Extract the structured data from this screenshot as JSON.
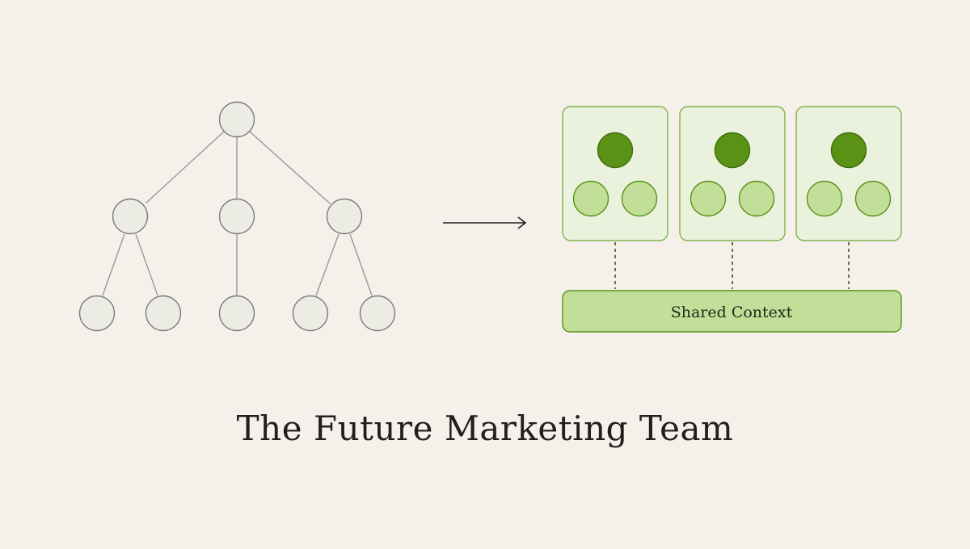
{
  "title": "The Future Marketing Team",
  "shared_context_label": "Shared Context",
  "team_pods": [
    {
      "lead": "lead",
      "members": [
        "member",
        "member"
      ]
    },
    {
      "lead": "lead",
      "members": [
        "member",
        "member"
      ]
    },
    {
      "lead": "lead",
      "members": [
        "member",
        "member"
      ]
    }
  ],
  "colors": {
    "background": "#f5f1ea",
    "hierarchy_node_fill": "#ecebe4",
    "hierarchy_node_stroke": "#7c7c78",
    "hierarchy_edge": "#9a9a96",
    "pod_fill": "#eaf1dc",
    "pod_stroke": "#7fb24a",
    "lead_fill": "#5a9216",
    "lead_stroke": "#3f6c0e",
    "member_fill": "#c2df9a",
    "member_stroke": "#5a9216",
    "shared_fill": "#c2df9a",
    "shared_stroke": "#5a9216",
    "arrow": "#1f1f1f"
  }
}
